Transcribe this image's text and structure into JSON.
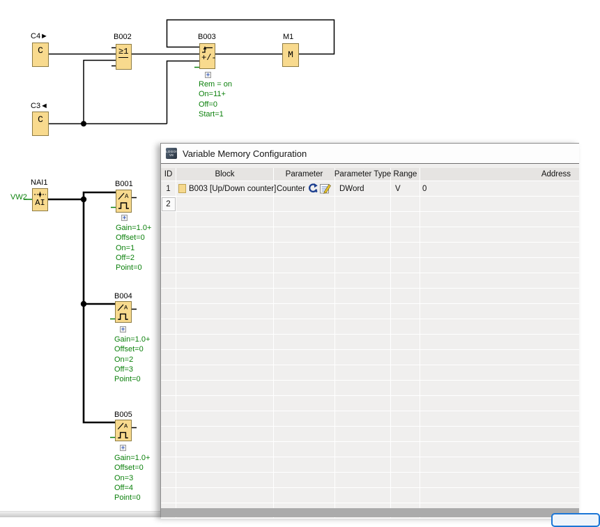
{
  "dialog": {
    "title": "Variable Memory Configuration",
    "app_icon_text": [
      "LOGO!",
      "V8"
    ],
    "columns": [
      "ID",
      "Block",
      "Parameter",
      "Parameter Type",
      "Range",
      "Address"
    ],
    "rows": [
      {
        "id": "1",
        "block": "B003 [Up/Down counter]",
        "parameter": "Counter",
        "parameter_type": "DWord",
        "range": "V",
        "address": "0"
      },
      {
        "id": "2",
        "block": "",
        "parameter": "",
        "parameter_type": "",
        "range": "",
        "address": ""
      }
    ]
  },
  "diagram": {
    "blocks": {
      "c4": {
        "label": "C4►",
        "glyph": "C"
      },
      "c3": {
        "label": "C3◄",
        "glyph": "C"
      },
      "b002": {
        "label": "B002",
        "glyph": "≥1"
      },
      "b003": {
        "label": "B003",
        "glyph": "+/-"
      },
      "m1": {
        "label": "M1",
        "glyph": "M"
      },
      "nai1": {
        "label": "NAI1",
        "glyph": "AI",
        "input_label": "VW2"
      },
      "b001": {
        "label": "B001",
        "glyph": "A"
      },
      "b004": {
        "label": "B004",
        "glyph": "A"
      },
      "b005": {
        "label": "B005",
        "glyph": "A"
      }
    },
    "annotations": {
      "b003": [
        "Rem = on",
        "On=11+",
        "Off=0",
        "Start=1"
      ],
      "b001": [
        "Gain=1.0+",
        "Offset=0",
        "On=1",
        "Off=2",
        "Point=0"
      ],
      "b004": [
        "Gain=1.0+",
        "Offset=0",
        "On=2",
        "Off=3",
        "Point=0"
      ],
      "b005": [
        "Gain=1.0+",
        "Offset=0",
        "On=3",
        "Off=4",
        "Point=0"
      ]
    },
    "expand_symbol": "+"
  },
  "colors": {
    "block_fill": "#F8DA8E",
    "annotation_green": "#0B800B",
    "wire": "#000000"
  }
}
